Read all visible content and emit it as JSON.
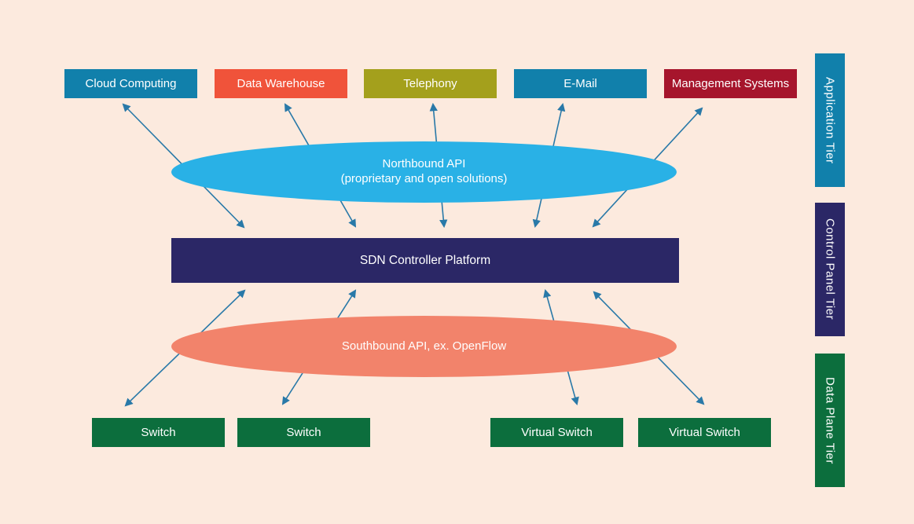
{
  "colors": {
    "background": "#fceade",
    "arrow": "#2979a8"
  },
  "application_boxes": [
    {
      "label": "Cloud Computing",
      "color": "#1180ab"
    },
    {
      "label": "Data Warehouse",
      "color": "#f0533a"
    },
    {
      "label": "Telephony",
      "color": "#a4a01c"
    },
    {
      "label": "E-Mail",
      "color": "#1180ab"
    },
    {
      "label": "Management Systems",
      "color": "#a6152c"
    }
  ],
  "northbound_api": {
    "line1": "Northbound API",
    "line2": "(proprietary and open solutions)",
    "color": "#29b1e6"
  },
  "controller": {
    "label": "SDN Controller Platform",
    "color": "#2b2766"
  },
  "southbound_api": {
    "label": "Southbound API, ex. OpenFlow",
    "color": "#f2836b"
  },
  "data_plane_boxes": [
    {
      "label": "Switch",
      "color": "#0c6e3d"
    },
    {
      "label": "Switch",
      "color": "#0c6e3d"
    },
    {
      "label": "Virtual Switch",
      "color": "#0c6e3d"
    },
    {
      "label": "Virtual Switch",
      "color": "#0c6e3d"
    }
  ],
  "tiers": [
    {
      "label": "Application Tier",
      "color": "#1180ab"
    },
    {
      "label": "Control Panel Tier",
      "color": "#2b2766"
    },
    {
      "label": "Data Plane Tier",
      "color": "#0c6e3d"
    }
  ]
}
